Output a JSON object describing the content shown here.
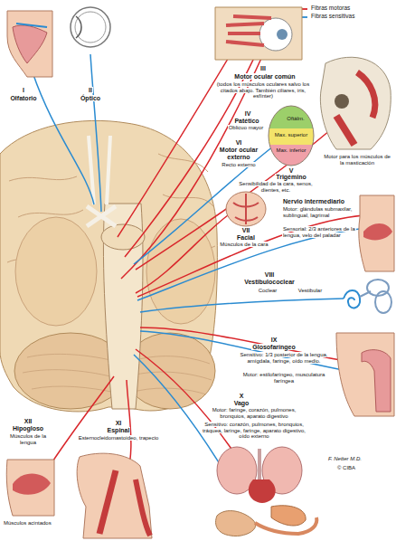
{
  "diagram": {
    "labels": [
      "I",
      "Olfatorio",
      "II",
      "Óptico",
      "III",
      "Motor ocular común",
      "(todos los músculos oculares salvo los citados abajo. También ciliares, iris, esfínter)",
      "IV",
      "Patético",
      "Oblicuo mayor",
      "Oftálm.",
      "Max. superior",
      "Max. inferior",
      "VI",
      "Motor ocular externo",
      "Recto externo",
      "V",
      "Trigémino",
      "Sensibilidad de la cara, senos, dientes, etc.",
      "Motor para los músculos de la masticación",
      "VII",
      "Facial",
      "Músculos de la cara",
      "Nervio intermediario",
      "Motor: glándulas submaxilar, sublingual, lagrimal",
      "Sensorial: 2/3 anteriores de la lengua, velo del paladar",
      "VIII",
      "Vestibulococlear",
      "Coclear",
      "Vestibular",
      "IX",
      "Glosofaríngeo",
      "Sensitivo: 1/3 posterior de la lengua, amígdala, faringe, oído medio.",
      "Motor: estilofaríngeo, musculatura faríngea",
      "X",
      "Vago",
      "Motor: faringe, corazón, pulmones, bronquios, aparato digestivo",
      "Sensitivo: corazón, pulmones, bronquios, tráquea, laringe, faringe, aparato digestivo, oído externo",
      "XII",
      "Hipogloso",
      "Músculos de la lengua",
      "XI",
      "Espinal",
      "Esternocleidomastoideo, trapecio",
      "Músculos acintados",
      "F. Netter M.D.",
      "© CIBA"
    ],
    "legend": [
      {
        "text": "Fibras motoras"
      },
      {
        "text": "Fibras sensitivas"
      }
    ]
  }
}
